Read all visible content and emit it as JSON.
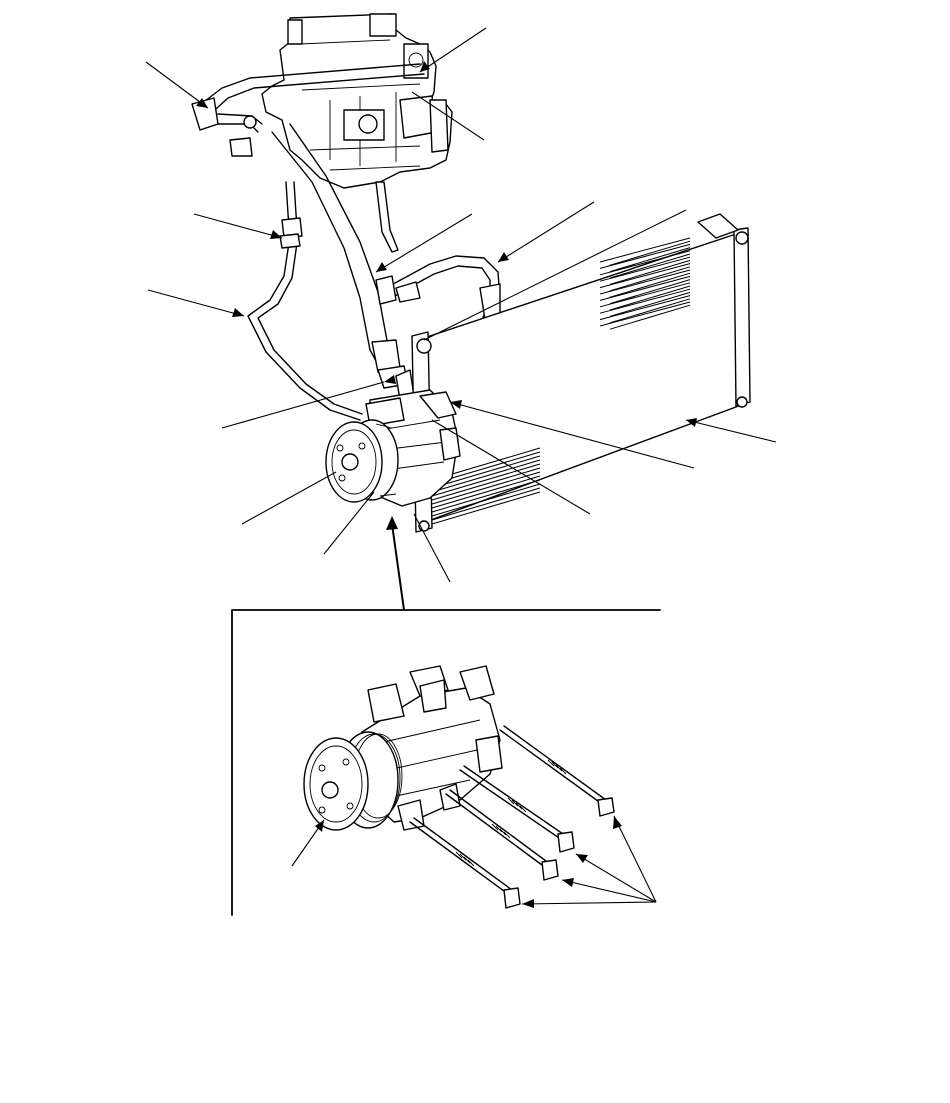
{
  "diagram": {
    "description_labels": [],
    "colors": {
      "line": "#000000",
      "background": "#ffffff"
    },
    "components": [
      "evaporator-unit",
      "suction-hose",
      "discharge-hose",
      "receiver-line",
      "condenser",
      "compressor",
      "compressor-clutch",
      "mounting-bolts"
    ]
  }
}
